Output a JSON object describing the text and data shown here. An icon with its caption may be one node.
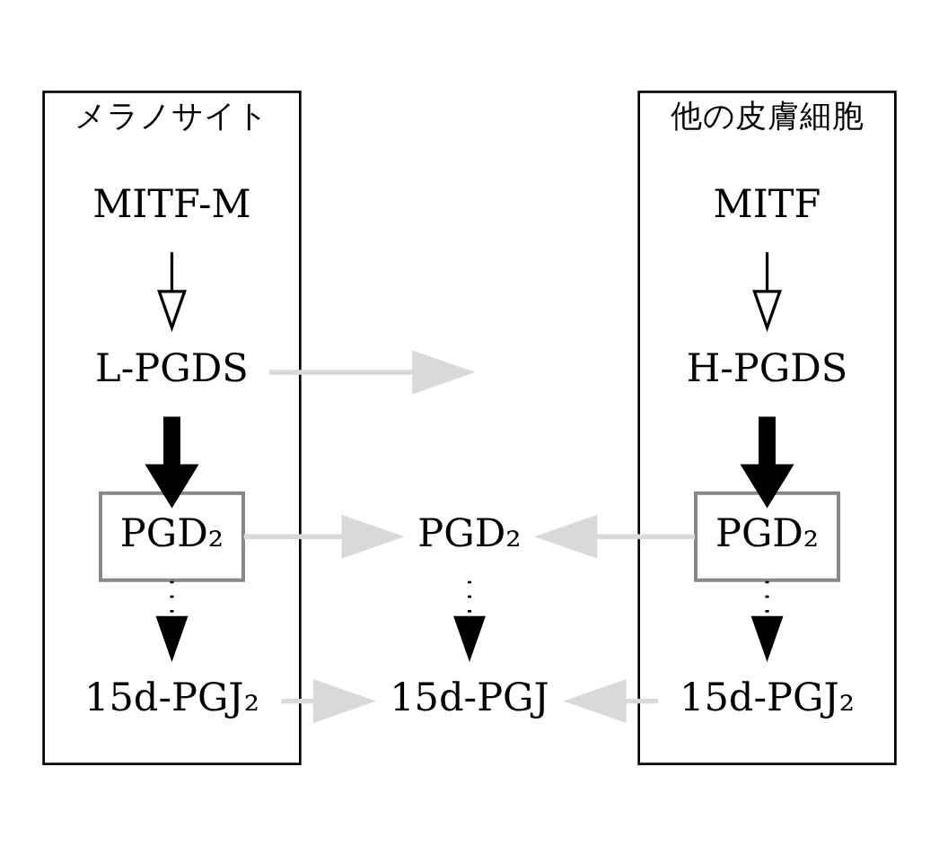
{
  "diagram": {
    "nodes": [
      {
        "text": [
          "メラノサイト"
        ]
      },
      {
        "text": [
          "MITF-M"
        ],
        "in": 0
      },
      {
        "text": [
          "L-PGDS"
        ],
        "in": 0
      },
      {
        "text": [
          "PGD₂"
        ],
        "in": 0
      },
      {
        "text": [
          "15d-PGJ₂"
        ],
        "in": 0
      },
      {
        "text": [
          "他の皮膚細胞"
        ]
      },
      {
        "text": [
          "MITF"
        ],
        "in": 5
      },
      {
        "text": [
          "H-PGDS"
        ],
        "in": 5
      },
      {
        "text": [
          "PGD₂"
        ],
        "in": 5
      },
      {
        "text": [
          "15d-PGJ₂"
        ],
        "in": 5
      },
      {
        "text": [
          "PGD₂"
        ]
      },
      {
        "text": [
          "15d-PGJ"
        ]
      }
    ],
    "edges": [
      {
        "from": 1,
        "to": 2,
        "arrow": "to"
      },
      {
        "from": 2,
        "to": 3,
        "arrow": "to",
        "style": "thick"
      },
      {
        "from": 3,
        "to": 4,
        "arrow": "to",
        "style": "dashed"
      },
      {
        "from": 6,
        "to": 7,
        "arrow": "to"
      },
      {
        "from": 7,
        "to": 8,
        "arrow": "to",
        "style": "thick"
      },
      {
        "from": 8,
        "to": 9,
        "arrow": "to",
        "style": "dashed"
      },
      {
        "from": 2,
        "to": null,
        "arrow": "to",
        "color": "#d9d9d9"
      },
      {
        "from": 3,
        "to": 10,
        "arrow": "to",
        "color": "#d9d9d9"
      },
      {
        "from": 8,
        "to": 10,
        "arrow": "to",
        "color": "#d9d9d9"
      },
      {
        "from": 10,
        "to": 11,
        "arrow": "to",
        "style": "dashed"
      },
      {
        "from": 4,
        "to": 11,
        "arrow": "to",
        "color": "#d9d9d9"
      },
      {
        "from": 9,
        "to": 11,
        "arrow": "to",
        "color": "#d9d9d9"
      }
    ]
  }
}
